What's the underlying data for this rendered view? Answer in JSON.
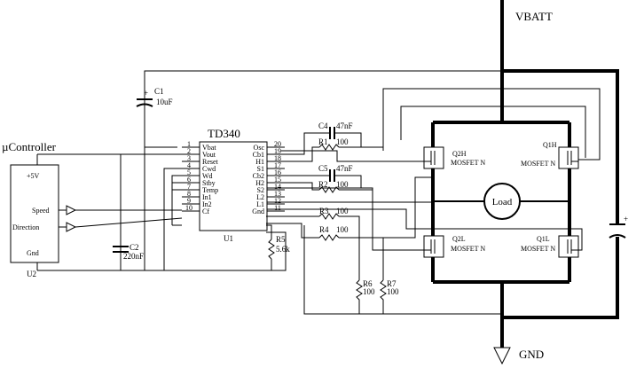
{
  "rails": {
    "vbatt": "VBATT",
    "gnd": "GND"
  },
  "controller": {
    "title": "µController",
    "vcc": "+5V",
    "speed": "Speed",
    "direction": "Direction",
    "gnd": "Gnd",
    "ref": "U2"
  },
  "ic": {
    "name": "TD340",
    "ref": "U1",
    "left_pins": [
      {
        "num": "1",
        "name": "Vbat"
      },
      {
        "num": "2",
        "name": "Vout"
      },
      {
        "num": "3",
        "name": "Reset"
      },
      {
        "num": "4",
        "name": "Cwd"
      },
      {
        "num": "5",
        "name": "Wd"
      },
      {
        "num": "6",
        "name": "Stby"
      },
      {
        "num": "7",
        "name": "Temp"
      },
      {
        "num": "8",
        "name": "In1"
      },
      {
        "num": "9",
        "name": "In2"
      },
      {
        "num": "10",
        "name": "Cf"
      }
    ],
    "right_pins": [
      {
        "num": "20",
        "name": "Osc"
      },
      {
        "num": "19",
        "name": "Cb1"
      },
      {
        "num": "18",
        "name": "H1"
      },
      {
        "num": "17",
        "name": "S1"
      },
      {
        "num": "16",
        "name": "Cb2"
      },
      {
        "num": "15",
        "name": "H2"
      },
      {
        "num": "14",
        "name": "S2"
      },
      {
        "num": "13",
        "name": "L2"
      },
      {
        "num": "12",
        "name": "L1"
      },
      {
        "num": "11",
        "name": "Gnd"
      }
    ]
  },
  "components": {
    "c1": {
      "ref": "C1",
      "value": "10uF",
      "polarity": "+"
    },
    "c2": {
      "ref": "C2",
      "value": "220nF"
    },
    "c4": {
      "ref": "C4",
      "value": "47nF"
    },
    "c5": {
      "ref": "C5",
      "value": "47nF"
    },
    "r1": {
      "ref": "R1",
      "value": "100"
    },
    "r2": {
      "ref": "R2",
      "value": "100"
    },
    "r3": {
      "ref": "R3",
      "value": "100"
    },
    "r4": {
      "ref": "R4",
      "value": "100"
    },
    "r5": {
      "ref": "R5",
      "value": "5.6k"
    },
    "r6": {
      "ref": "R6",
      "value": "100"
    },
    "r7": {
      "ref": "R7",
      "value": "100"
    },
    "cbulk": {
      "polarity": "+"
    }
  },
  "mosfets": {
    "q2h": {
      "ref": "Q2H",
      "type": "MOSFET N"
    },
    "q1h": {
      "ref": "Q1H",
      "type": "MOSFET N"
    },
    "q2l": {
      "ref": "Q2L",
      "type": "MOSFET N"
    },
    "q1l": {
      "ref": "Q1L",
      "type": "MOSFET N"
    }
  },
  "load": "Load"
}
